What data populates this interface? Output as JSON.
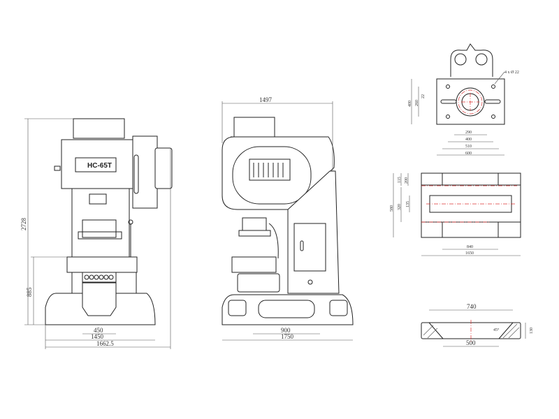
{
  "front_view": {
    "model_label": "HC-65T",
    "dims": {
      "height_total": "2728",
      "bed_height": "885",
      "opening": "450",
      "base_width": "1450",
      "overall_width": "1662.5"
    }
  },
  "side_view": {
    "dims": {
      "top_width": "1497",
      "base_inner": "900",
      "base_depth": "1750"
    }
  },
  "slide_plan": {
    "hole_note": "4 x Ø 22",
    "dims": {
      "height": "400",
      "hole_pitch_v": "260",
      "slot": "22",
      "w1": "290",
      "w2": "400",
      "w3": "510",
      "w4": "600"
    }
  },
  "bolster_plan": {
    "dims": {
      "d115": "115",
      "d200": "200",
      "d320": "320",
      "d580": "580",
      "d135": "135",
      "w_inner": "840",
      "w_outer": "1650"
    }
  },
  "bolster_section": {
    "dims": {
      "top": "740",
      "bottom": "500",
      "thickness": "130",
      "angle": "45°"
    }
  }
}
